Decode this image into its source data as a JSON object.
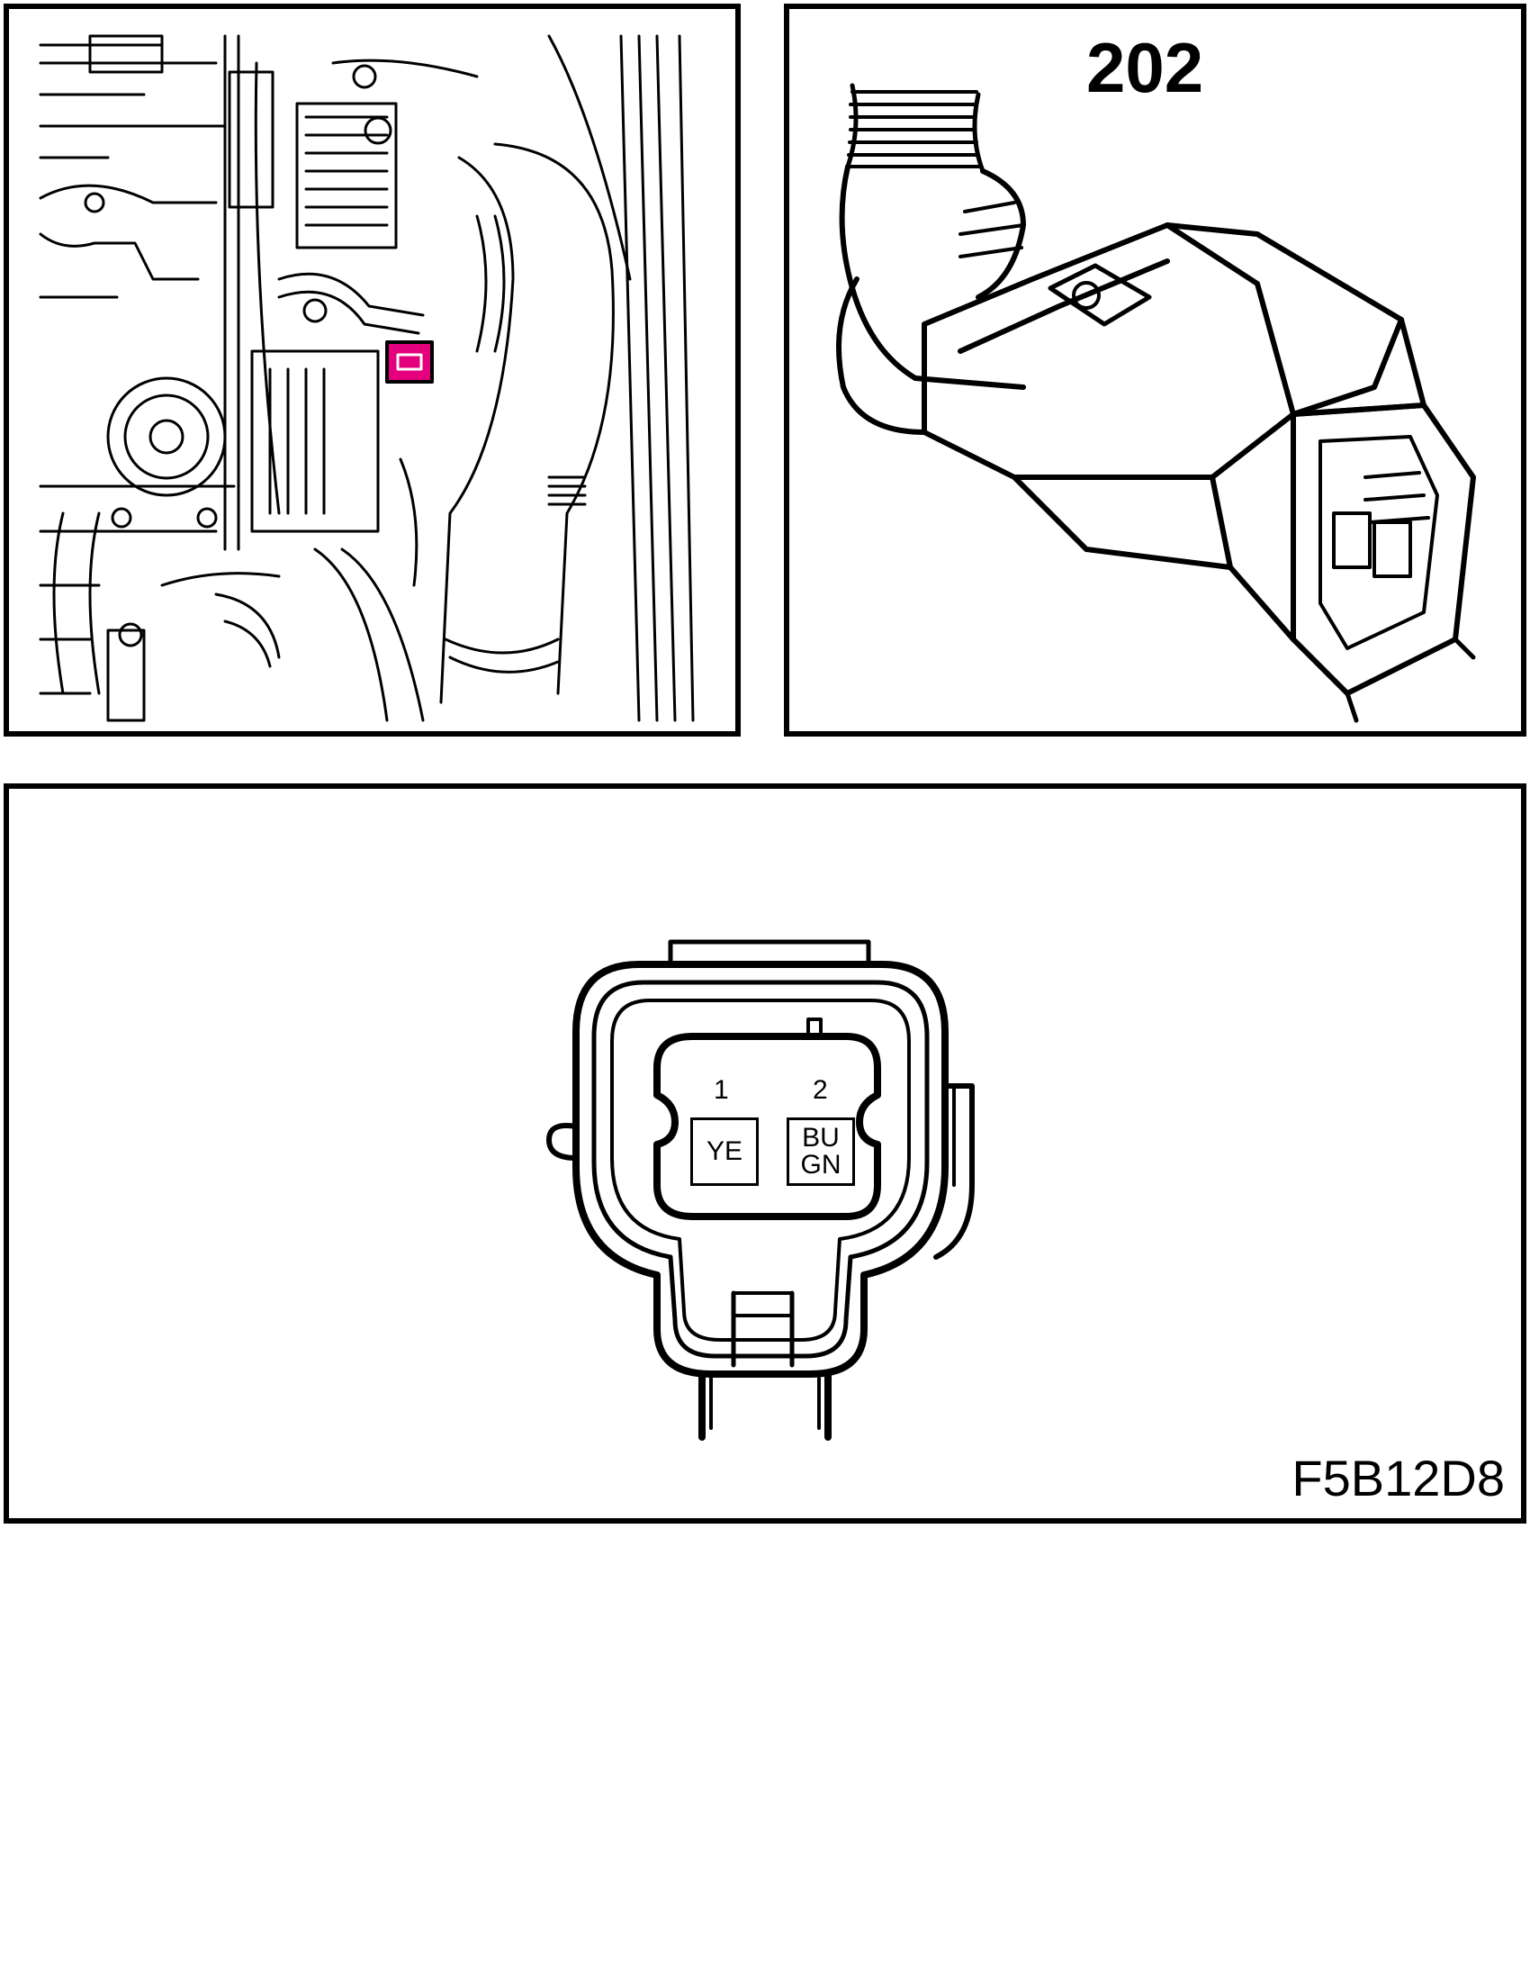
{
  "connector": {
    "number": "202",
    "figure_id": "F5B12D8",
    "highlight_color": "#e4007c",
    "pins": [
      {
        "number": "1",
        "wire_color": "YE"
      },
      {
        "number": "2",
        "wire_color": "BU\nGN"
      }
    ]
  }
}
